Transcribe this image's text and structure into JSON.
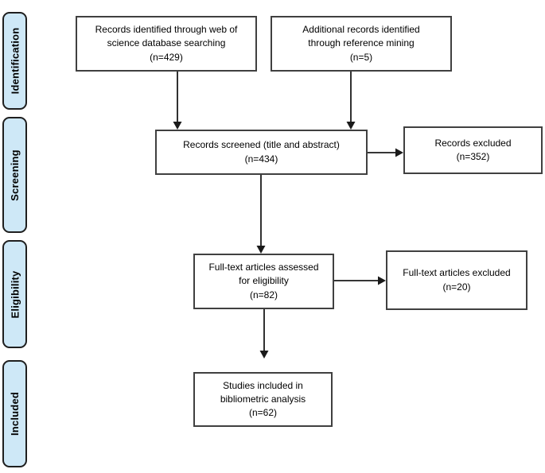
{
  "sidebar": {
    "stages": [
      {
        "label": "Identification"
      },
      {
        "label": "Screening"
      },
      {
        "label": "Eligibility"
      },
      {
        "label": "Included"
      }
    ]
  },
  "boxes": {
    "records_identified": {
      "lines": [
        "Records identified through web of",
        "science database searching",
        "(n=429)"
      ],
      "count": 429
    },
    "additional_records": {
      "lines": [
        "Additional records identified",
        "through reference mining",
        "(n=5)"
      ],
      "count": 5
    },
    "records_screened": {
      "lines": [
        "Records screened (title and abstract)",
        "(n=434)"
      ],
      "count": 434
    },
    "records_excluded": {
      "lines": [
        "Records excluded",
        "(n=352)"
      ],
      "count": 352
    },
    "fulltext_assessed": {
      "lines": [
        "Full-text articles assessed",
        "for eligibility",
        "(n=82)"
      ],
      "count": 82
    },
    "fulltext_excluded": {
      "lines": [
        "Full-text articles excluded",
        "(n=20)"
      ],
      "count": 20
    },
    "studies_included": {
      "lines": [
        "Studies included in",
        "bibliometric analysis",
        "(n=62)"
      ],
      "count": 62
    }
  },
  "colors": {
    "stage_fill": "#cee8f7",
    "stage_border": "#1f1f1f",
    "box_border": "#404040",
    "arrow": "#1a1a1a"
  }
}
